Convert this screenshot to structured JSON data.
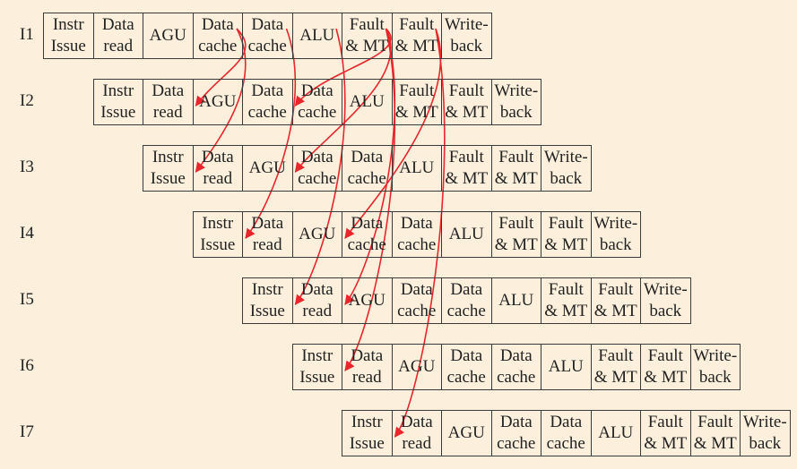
{
  "rows": [
    {
      "label": "I1"
    },
    {
      "label": "I2"
    },
    {
      "label": "I3"
    },
    {
      "label": "I4"
    },
    {
      "label": "I5"
    },
    {
      "label": "I6"
    },
    {
      "label": "I7"
    }
  ],
  "stages": [
    {
      "line1": "Instr",
      "line2": "Issue"
    },
    {
      "line1": "Data",
      "line2": "read"
    },
    {
      "line1": "AGU",
      "line2": ""
    },
    {
      "line1": "Data",
      "line2": "cache"
    },
    {
      "line1": "Data",
      "line2": "cache"
    },
    {
      "line1": "ALU",
      "line2": ""
    },
    {
      "line1": "Fault",
      "line2": "& MT"
    },
    {
      "line1": "Fault",
      "line2": "& MT"
    },
    {
      "line1": "Write-",
      "line2": "back"
    }
  ],
  "dependencies": [
    {
      "from_row": 0,
      "from_stage": 3,
      "to_row": 1,
      "to_stage": 2
    },
    {
      "from_row": 0,
      "from_stage": 3,
      "to_row": 2,
      "to_stage": 1
    },
    {
      "from_row": 0,
      "from_stage": 4,
      "to_row": 3,
      "to_stage": 1
    },
    {
      "from_row": 0,
      "from_stage": 5,
      "to_row": 4,
      "to_stage": 1
    },
    {
      "from_row": 0,
      "from_stage": 6,
      "to_row": 1,
      "to_stage": 4
    },
    {
      "from_row": 0,
      "from_stage": 6,
      "to_row": 2,
      "to_stage": 3
    },
    {
      "from_row": 0,
      "from_stage": 6,
      "to_row": 4,
      "to_stage": 2
    },
    {
      "from_row": 0,
      "from_stage": 6,
      "to_row": 5,
      "to_stage": 1
    },
    {
      "from_row": 0,
      "from_stage": 7,
      "to_row": 3,
      "to_stage": 3
    },
    {
      "from_row": 0,
      "from_stage": 7,
      "to_row": 6,
      "to_stage": 1
    }
  ],
  "colors": {
    "background": "#fcefdc",
    "border": "#3a3a3a",
    "arrow": "#e8262b",
    "text": "#222222"
  }
}
